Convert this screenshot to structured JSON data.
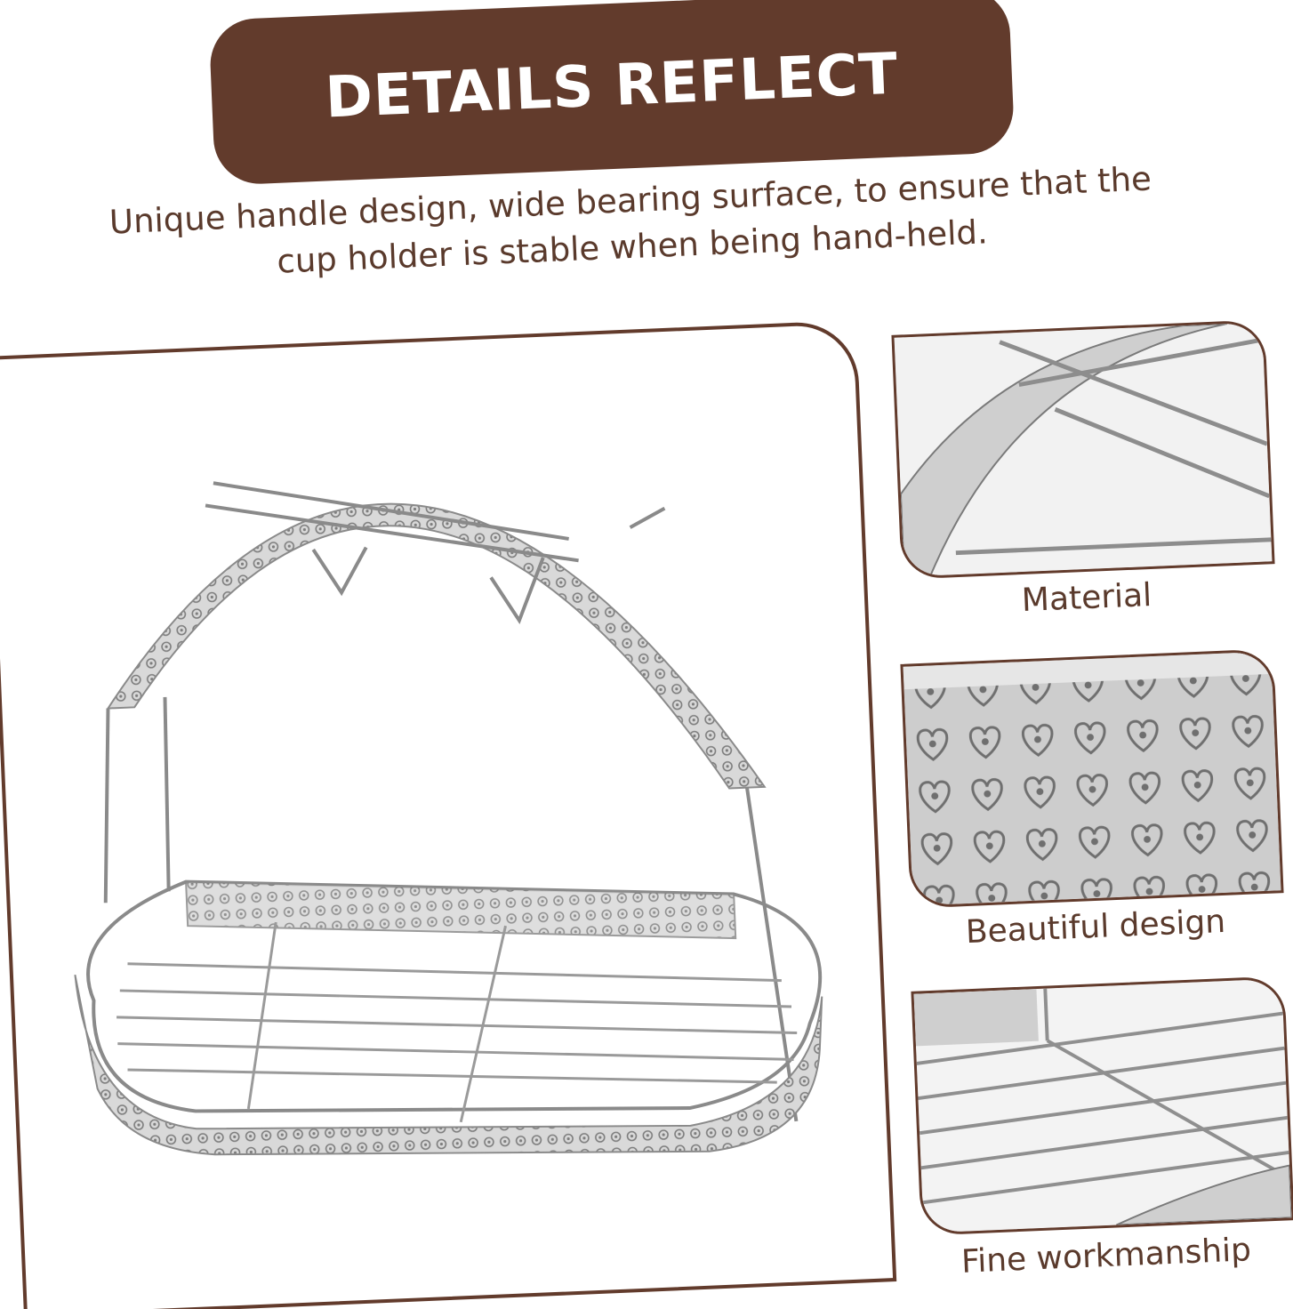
{
  "banner": {
    "title": "DETAILS REFLECT"
  },
  "tagline": {
    "line1": "Unique handle design, wide bearing surface, to ensure that the",
    "line2": "cup holder is stable when being hand-held."
  },
  "product": {
    "icon": "cup-holder-rack-illustration"
  },
  "details": [
    {
      "caption": "Material",
      "icon": "handle-wire-closeup"
    },
    {
      "caption": "Beautiful design",
      "icon": "heart-lattice-closeup"
    },
    {
      "caption": "Fine workmanship",
      "icon": "wire-base-closeup"
    }
  ],
  "colors": {
    "brand": "#623b2c",
    "text": "#5a3a2c",
    "metal": "#9a9a9a"
  }
}
